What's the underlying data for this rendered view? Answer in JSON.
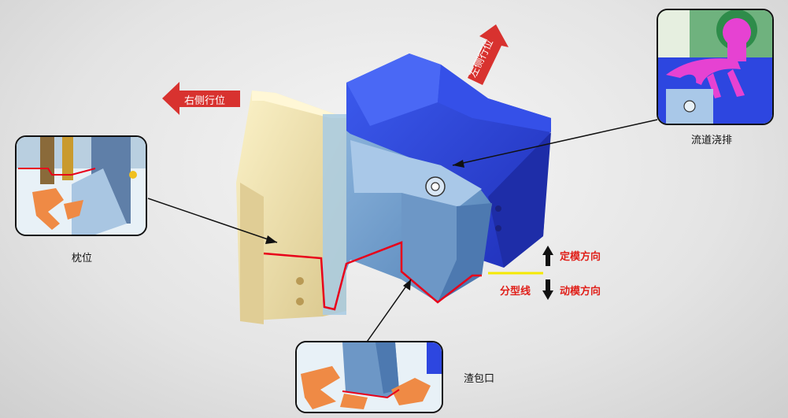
{
  "labels": {
    "right_slider": "右侧行位",
    "left_slider": "左侧行位",
    "runner_gating": "流道浇排",
    "pillow": "枕位",
    "overflow_gate": "渣包口",
    "parting_line": "分型线",
    "fixed_mold_dir": "定模方向",
    "moving_mold_dir": "动模方向"
  },
  "colors": {
    "slider_arrow": "#d8322f",
    "cavity_blue": "#2d46e0",
    "part_blue": "#6f9fd0",
    "block_cream": "#f3e8b4",
    "parting_line": "#e8001a",
    "pointer_yellow": "#f5e900",
    "gate_orange": "#ef8a45",
    "runner_magenta": "#e642d2"
  },
  "icons": {
    "up_arrow": "up-arrow-icon",
    "down_arrow": "down-arrow-icon"
  }
}
